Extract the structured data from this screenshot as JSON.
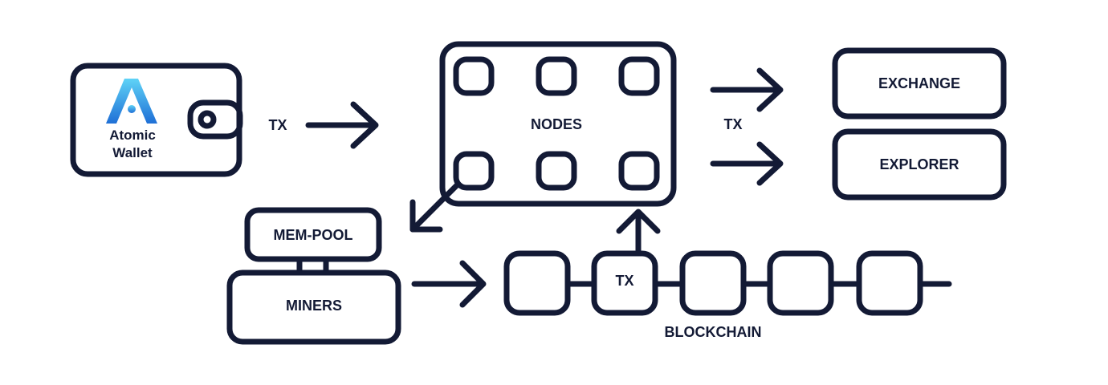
{
  "colors": {
    "ink": "#131a35",
    "logo_light": "#5fd3f7",
    "logo_dark": "#1f6fd6"
  },
  "wallet": {
    "brand_line1": "Atomic",
    "brand_line2": "Wallet",
    "logo_icon": "atomic-wallet-logo"
  },
  "labels": {
    "tx_wallet": "TX",
    "nodes": "NODES",
    "tx_out": "TX",
    "exchange": "EXCHANGE",
    "explorer": "EXPLORER",
    "mempool": "MEM-POOL",
    "miners": "MINERS",
    "tx_block": "TX",
    "blockchain": "BLOCKCHAIN"
  }
}
